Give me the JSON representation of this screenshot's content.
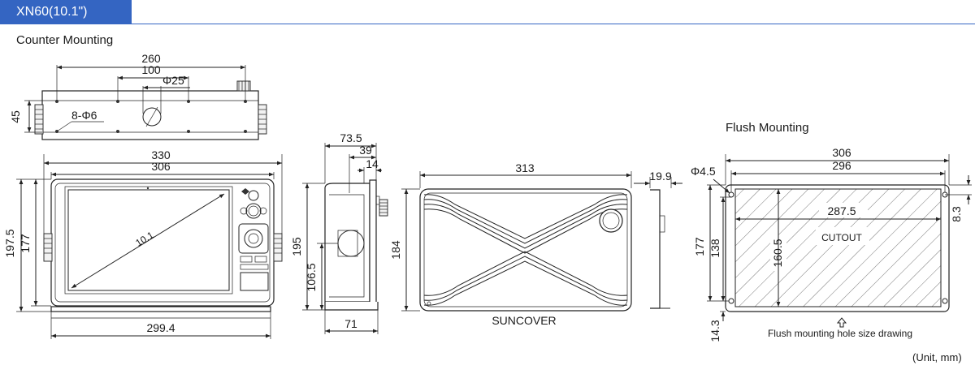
{
  "header": {
    "model": "XN60(10.1\")"
  },
  "sections": {
    "counter": "Counter Mounting",
    "flush": "Flush Mounting"
  },
  "counter_top": {
    "d260": "260",
    "d100": "100",
    "d25": "Φ25",
    "d45": "45",
    "holes": "8-Φ6"
  },
  "front": {
    "d330": "330",
    "d306": "306",
    "d1975": "197.5",
    "d177": "177",
    "d2994": "299.4",
    "diag": "10.1"
  },
  "side": {
    "d735": "73.5",
    "d39": "39",
    "d14": "14",
    "d195": "195",
    "d1065": "106.5",
    "d71": "71"
  },
  "suncover": {
    "d313": "313",
    "d184": "184",
    "d199": "19.9",
    "label": "SUNCOVER"
  },
  "flush": {
    "d306": "306",
    "d296": "296",
    "d45": "Φ4.5",
    "d2875": "287.5",
    "d83": "8.3",
    "d177": "177",
    "d138": "138",
    "d1605": "160.5",
    "d143": "14.3",
    "cutout": "CUTOUT",
    "caption": "Flush mounting hole size drawing"
  },
  "footer": {
    "unit": "(Unit, mm)"
  }
}
